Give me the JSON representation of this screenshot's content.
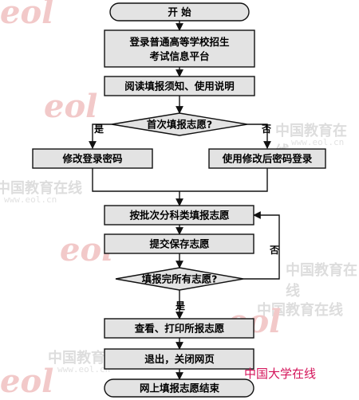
{
  "watermark": {
    "logo": "eol",
    "site_name": "中国教育在线",
    "url": "www.eol.cn"
  },
  "flowchart": {
    "start": "开 始",
    "login_line1": "登录普通高等学校招生",
    "login_line2": "考试信息平台",
    "read_notice": "阅读填报须知、使用说明",
    "first_time_question": "首次填报志愿?",
    "yes_label": "是",
    "no_label": "否",
    "change_password": "修改登录密码",
    "login_new_password": "使用修改后密码登录",
    "fill_by_batch": "按批次分科类填报志愿",
    "submit_save": "提交保存志愿",
    "all_done_question": "填报完所有志愿?",
    "no_label_loop": "否",
    "yes_label_done": "是",
    "view_print": "查看、打印所报志愿",
    "exit_close": "退出，关闭网页",
    "end": "网上填报志愿结束"
  },
  "footer": {
    "credit": "中国大学在线"
  },
  "colors": {
    "box_fill": "#e3e3e3",
    "stroke": "#111111",
    "credit": "#d4145a",
    "watermark_logo": "#f2c9c9"
  }
}
